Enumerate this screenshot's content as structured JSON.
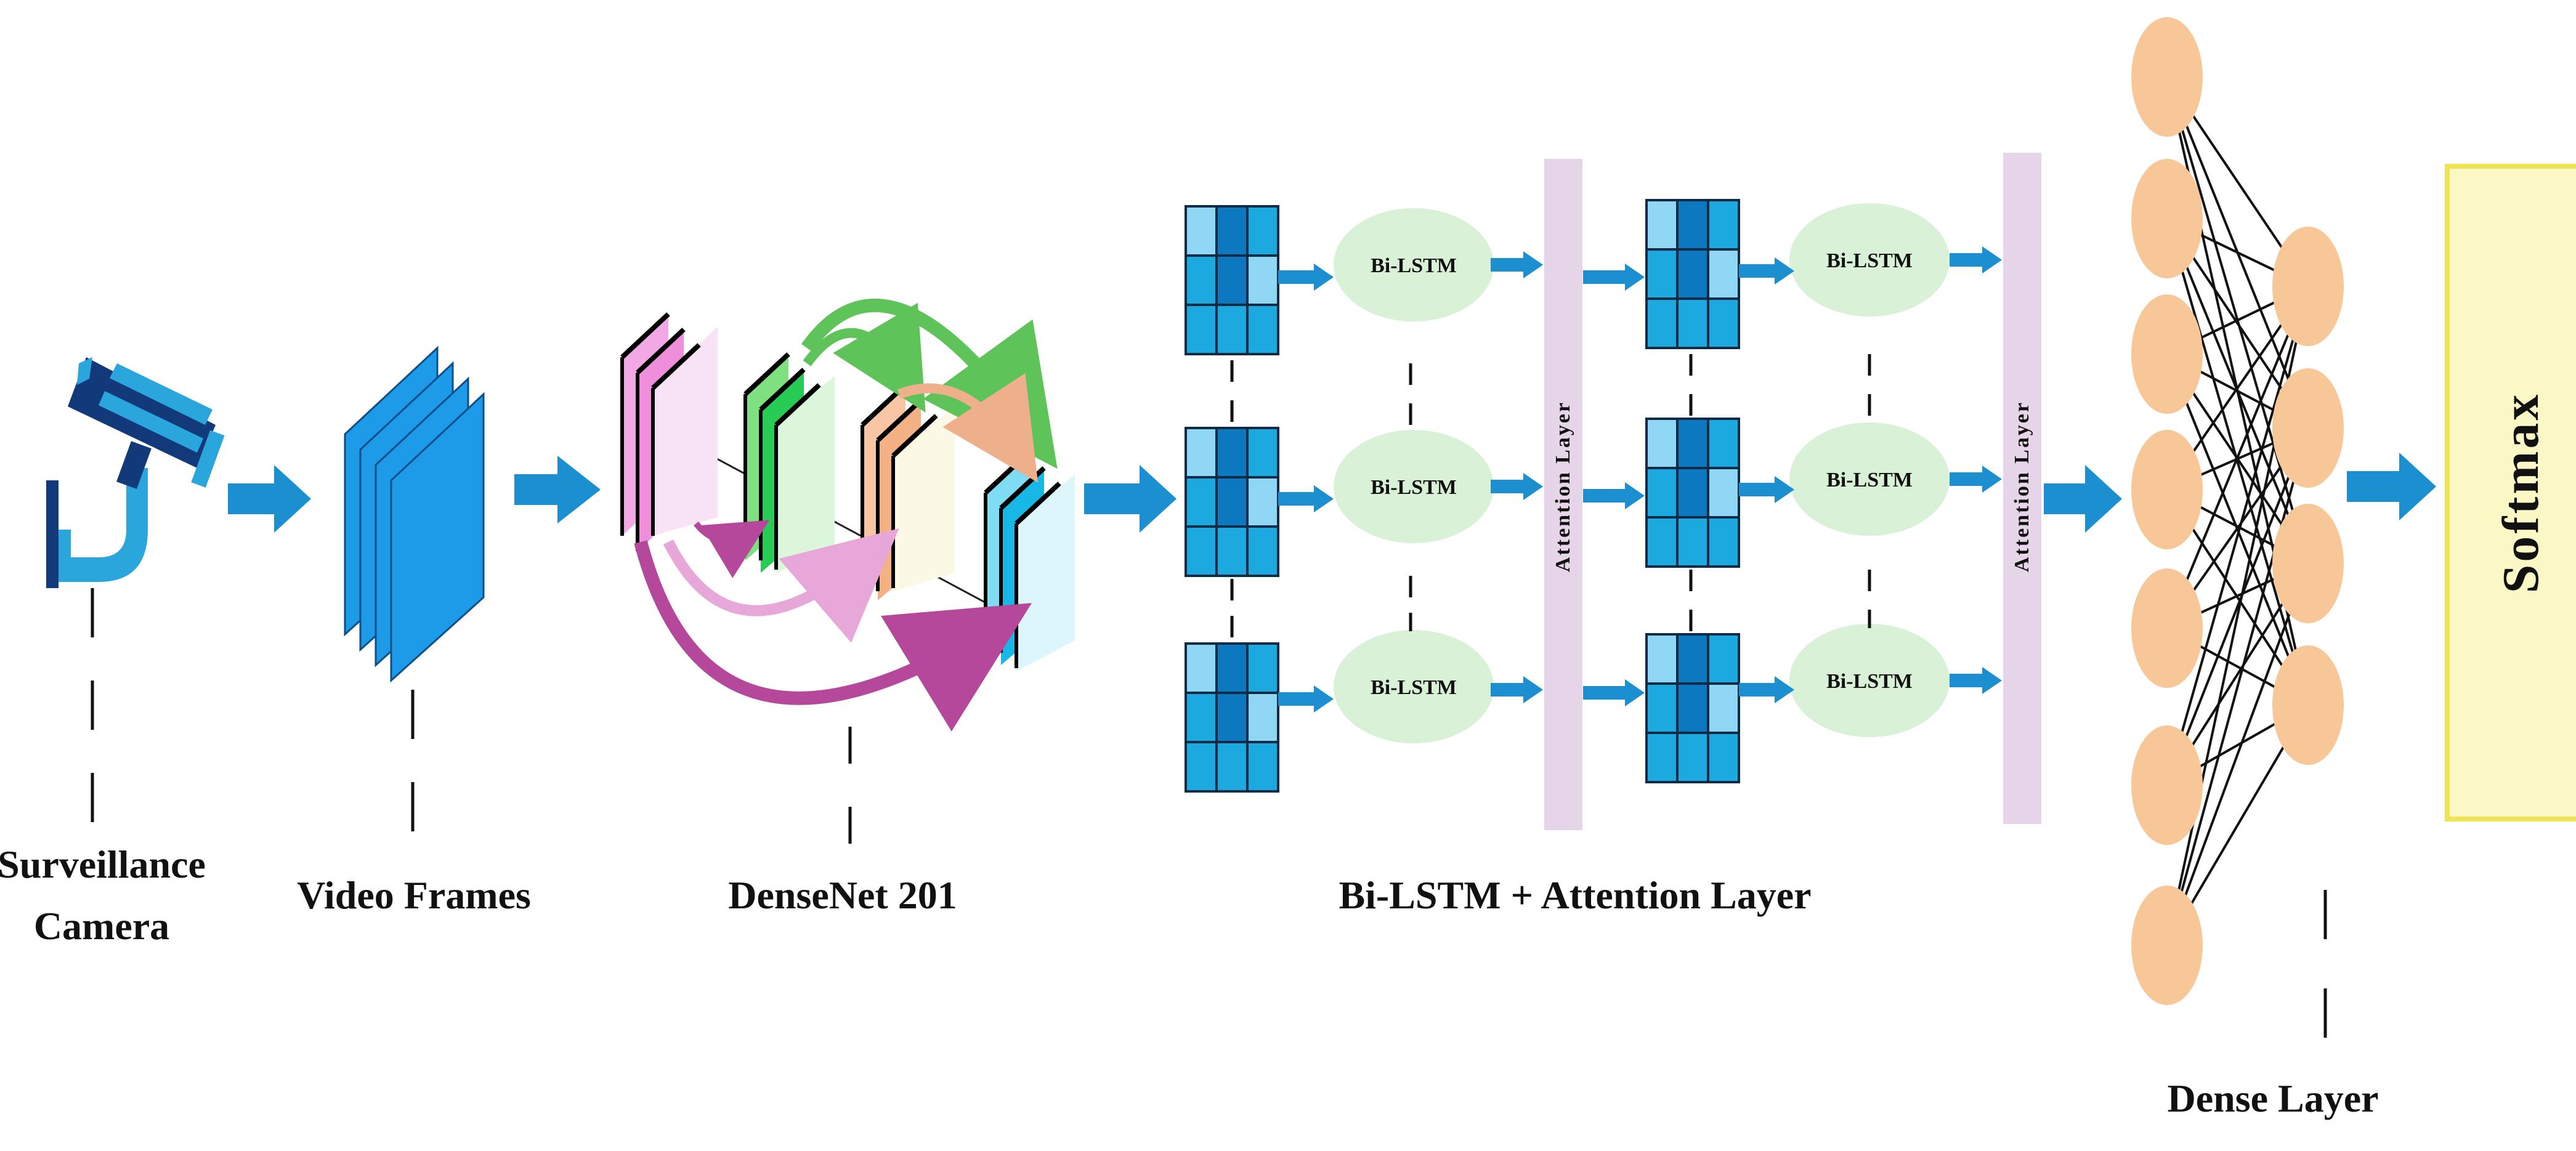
{
  "labels": {
    "camera_line1": "Surveillance",
    "camera_line2": "Camera",
    "frames": "Video Frames",
    "densenet": "DenseNet 201",
    "bilstm_section": "Bi-LSTM + Attention Layer",
    "dense": "Dense Layer",
    "softmax": "Softmax",
    "attention": "Attention Layer",
    "bilstm_node": "Bi-LSTM"
  },
  "stages": [
    "Surveillance Camera",
    "Video Frames",
    "DenseNet 201",
    "Bi-LSTM + Attention Layer",
    "Dense Layer",
    "Softmax"
  ],
  "bilstm_rows": [
    {
      "node1": "Bi-LSTM",
      "node2": "Bi-LSTM"
    },
    {
      "node1": "Bi-LSTM",
      "node2": "Bi-LSTM"
    },
    {
      "node1": "Bi-LSTM",
      "node2": "Bi-LSTM"
    }
  ],
  "colors": {
    "arrow": "#1c8fd0",
    "frame": "#1e9be8",
    "grid_light": "#1ba9e0",
    "grid_dark": "#0b78c0",
    "lstm_node": "#d9f1d6",
    "attention_bar": "#e6d4e8",
    "dense_node": "#f8c797",
    "softmax_fill": "#fbf8c6",
    "softmax_border": "#efe456",
    "camera_dark": "#123a7a",
    "camera_light": "#2aa6dc"
  }
}
